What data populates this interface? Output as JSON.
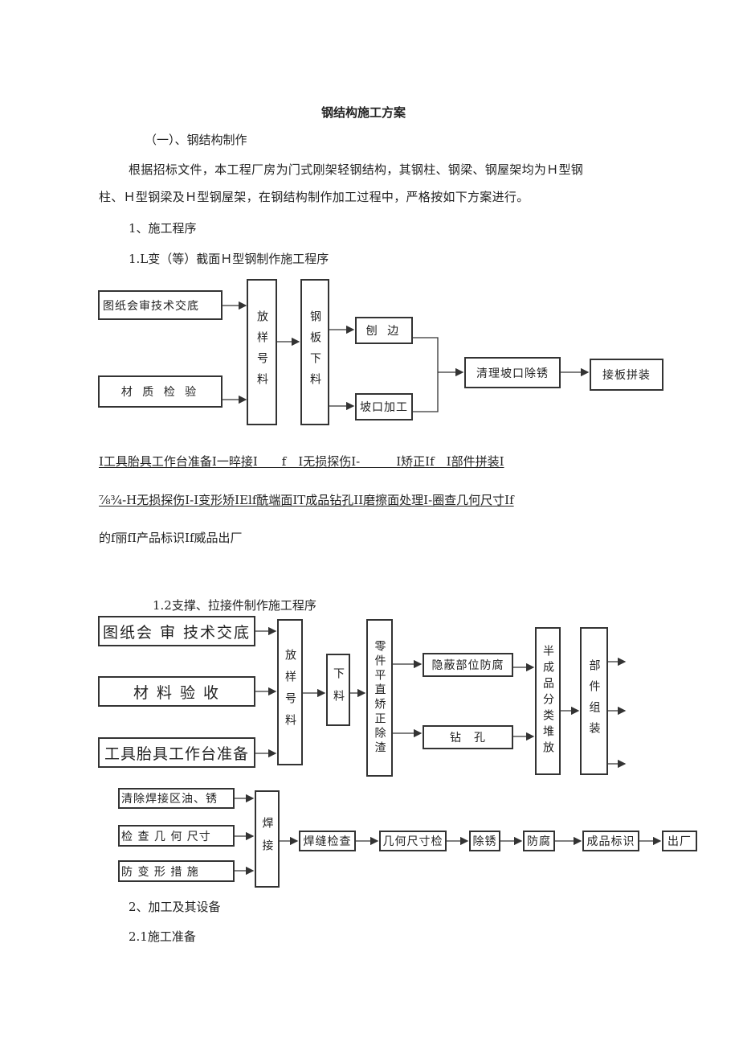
{
  "doc": {
    "title": "钢结构施工方案",
    "section": "（一）、钢结构制作",
    "para1": "根据招标文件，本工程厂房为门式刚架轻钢结构，其钢柱、钢梁、钢屋架均为Ｈ型钢",
    "para2": "柱、Ｈ型钢梁及Ｈ型钢屋架，在钢结构制作加工过程中，严格按如下方案进行。",
    "h1": "1、施工程序",
    "h11": "1.L变（等）截面Ｈ型钢制作施工程序",
    "ocr1": "I工具胎具工作台准备I一晬接I　　f　I无损探伤I-　　　I矫正If　I部件拼装I",
    "ocr2": "⅞¾-H无损探伤I-I变形矫IElf酰端面IT成品钻孔II磨擦面处理I-圈查几何尺寸If",
    "ocr3": "的f丽fI产品标识If威品出厂",
    "h12": "1.2支撑、拉接件制作施工程序",
    "h2": "2、加工及其设备",
    "h21": "2.1施工准备"
  },
  "flow1": {
    "drawing_review": "图纸会审技术交底",
    "material_check": "材 质 检 验",
    "layout": "放样号料",
    "plate_cut": "钢板下料",
    "planing": "刨 边",
    "groove": "坡口加工",
    "clean": "清理坡口除锈",
    "splice": "接板拼装"
  },
  "flow2": {
    "drawing_review": "图纸会 审 技术交底",
    "material_accept": "材 料 验 收",
    "tooling": "工具胎具工作台准备",
    "layout": "放样号料",
    "cut": "下料",
    "straighten": "零件平直矫正除渣",
    "hidden": "隐蔽部位防腐",
    "drill": "钻　孔",
    "stack": "半成品分类堆放",
    "assemble": "部件组装",
    "weld_clean": "清除焊接区油、锈",
    "geo_check": "检 查 几 何 尺寸",
    "anti_deform": "防 变 形 措 施",
    "weld": "焊接",
    "seam_check": "焊缝检查",
    "dim_check": "几何尺寸检",
    "derust": "除锈",
    "anticorr": "防腐",
    "label": "成品标识",
    "ship": "出厂"
  }
}
